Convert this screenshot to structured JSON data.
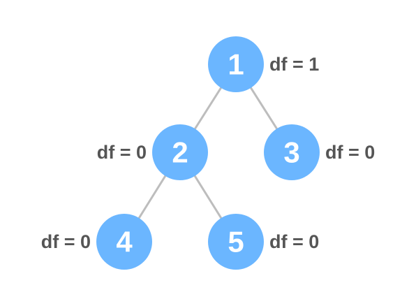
{
  "nodes": [
    {
      "id": "1",
      "label": "1",
      "df": "df = 1"
    },
    {
      "id": "2",
      "label": "2",
      "df": "df = 0"
    },
    {
      "id": "3",
      "label": "3",
      "df": "df = 0"
    },
    {
      "id": "4",
      "label": "4",
      "df": "df = 0"
    },
    {
      "id": "5",
      "label": "5",
      "df": "df = 0"
    }
  ],
  "edges": [
    {
      "from": "1",
      "to": "2"
    },
    {
      "from": "1",
      "to": "3"
    },
    {
      "from": "2",
      "to": "4"
    },
    {
      "from": "2",
      "to": "5"
    }
  ],
  "colors": {
    "node_fill": "#6bb6ff",
    "node_text": "#ffffff",
    "edge": "#bdbdbd",
    "df_text": "#555555"
  }
}
